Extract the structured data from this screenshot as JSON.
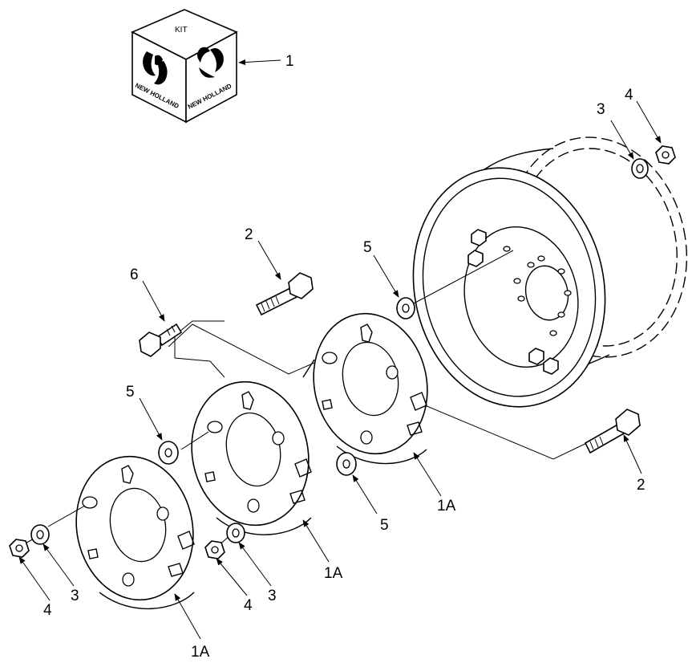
{
  "kit_box": {
    "label": "KIT",
    "brand_left": "NEW HOLLAND",
    "brand_right": "NEW HOLLAND",
    "logo_icon": "new-holland-leaf-icon"
  },
  "callouts": {
    "kit": "1",
    "bolt_top": "2",
    "bolt_right": "2",
    "washer_top_right": "3",
    "nut_top_right": "4",
    "bolt_small": "6",
    "washer_spacer_top": "5",
    "washer_spacer_left": "5",
    "washer_spacer_mid": "5",
    "weight_front": "1A",
    "weight_middle": "1A",
    "weight_rear": "1A",
    "washer_bottom_left": "3",
    "nut_bottom_left": "4",
    "washer_bottom_mid": "3",
    "nut_bottom_mid": "4"
  },
  "colors": {
    "ink": "#000000",
    "paper": "#ffffff"
  }
}
